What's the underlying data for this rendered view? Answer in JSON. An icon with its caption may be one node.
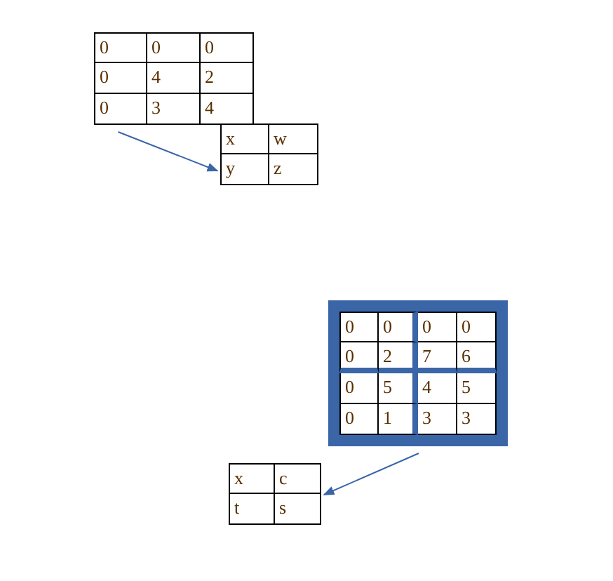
{
  "diagram": {
    "nodes": [
      {
        "text": [
          "0",
          "0",
          "0",
          "0",
          "4",
          "2",
          "0",
          "3",
          "4"
        ]
      },
      {
        "text": [
          "x",
          "w",
          "y",
          "z"
        ]
      },
      {
        "text": [
          "0",
          "0",
          "0",
          "0",
          "0",
          "2",
          "7",
          "6",
          "0",
          "5",
          "4",
          "5",
          "0",
          "1",
          "3",
          "3"
        ]
      },
      {
        "text": [
          "x",
          "c",
          "t",
          "s"
        ]
      }
    ],
    "edges": [
      {
        "from": 0,
        "to": 1,
        "arrow": "to"
      },
      {
        "from": 2,
        "to": 3,
        "arrow": "to"
      }
    ]
  }
}
